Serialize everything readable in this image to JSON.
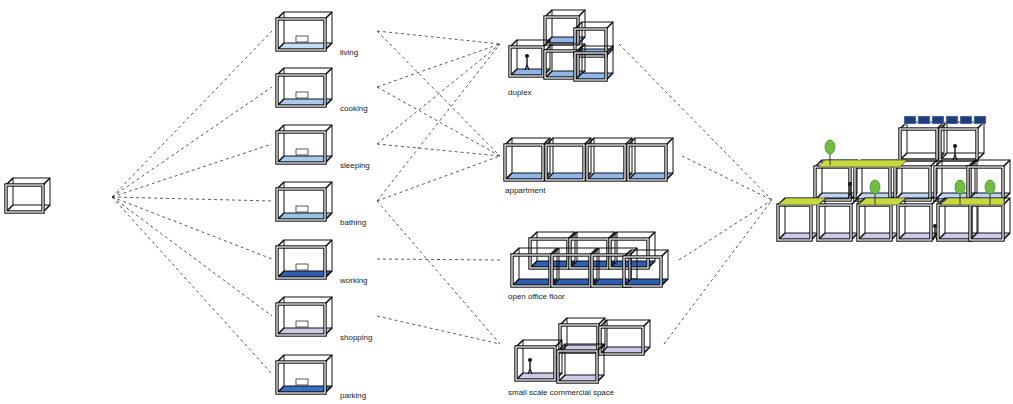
{
  "diagram": {
    "nodes": [
      {
        "text": [
          "living"
        ]
      },
      {
        "text": [
          "cooking"
        ]
      },
      {
        "text": [
          "sleeping"
        ]
      },
      {
        "text": [
          "bathing"
        ]
      },
      {
        "text": [
          "working"
        ]
      },
      {
        "text": [
          "shopping"
        ]
      },
      {
        "text": [
          "parking"
        ]
      },
      {
        "text": [
          "duplex"
        ]
      },
      {
        "text": [
          "appartment"
        ]
      },
      {
        "text": [
          "open office floor"
        ]
      },
      {
        "text": [
          "small scale commercial space"
        ]
      }
    ],
    "edges": [
      {
        "from": 0,
        "to": 7,
        "arrow": "none"
      },
      {
        "from": 0,
        "to": 8,
        "arrow": "none"
      },
      {
        "from": 1,
        "to": 7,
        "arrow": "none"
      },
      {
        "from": 1,
        "to": 8,
        "arrow": "none"
      },
      {
        "from": 2,
        "to": 7,
        "arrow": "none"
      },
      {
        "from": 2,
        "to": 8,
        "arrow": "none"
      },
      {
        "from": 3,
        "to": 7,
        "arrow": "none"
      },
      {
        "from": 3,
        "to": 8,
        "arrow": "none"
      },
      {
        "from": 3,
        "to": 10,
        "arrow": "none"
      },
      {
        "from": 4,
        "to": 9,
        "arrow": "none"
      },
      {
        "from": 5,
        "to": 10,
        "arrow": "none"
      }
    ]
  }
}
